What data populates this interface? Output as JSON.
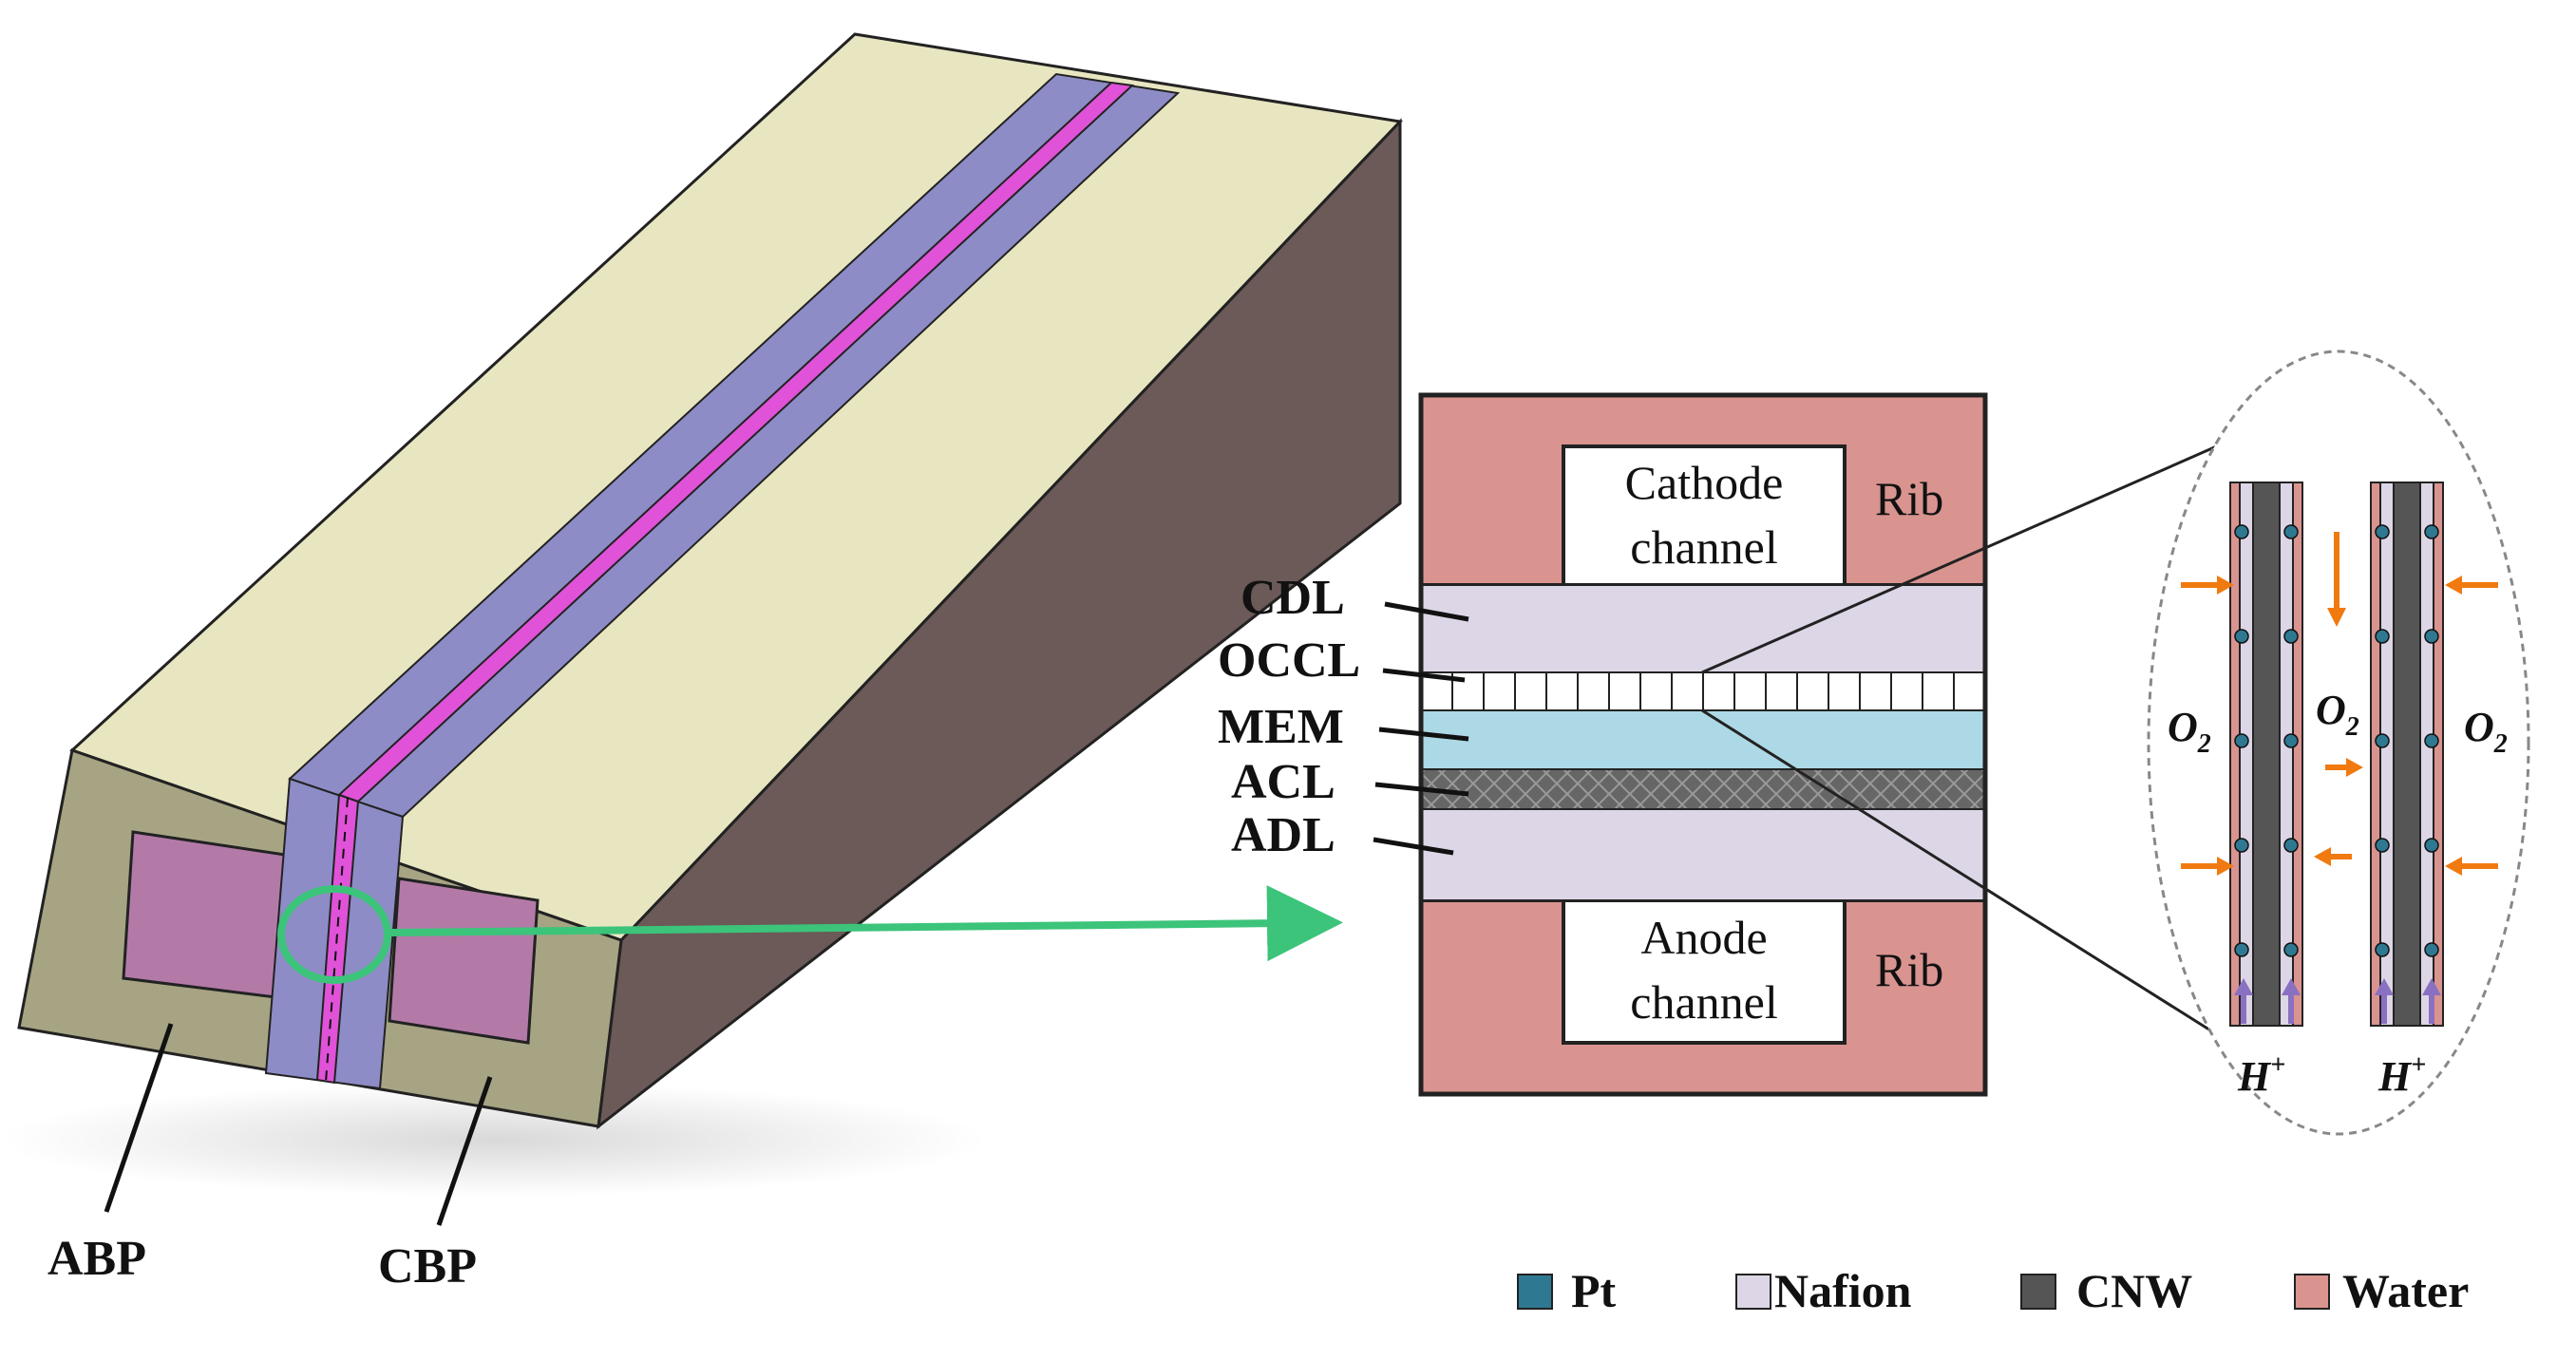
{
  "labels": {
    "abp": "ABP",
    "cbp": "CBP",
    "cathode_channel": [
      "Cathode",
      "channel"
    ],
    "anode_channel": [
      "Anode",
      "channel"
    ],
    "rib_top": "Rib",
    "rib_bottom": "Rib",
    "cdl": "CDL",
    "occl": "OCCL",
    "mem": "MEM",
    "acl": "ACL",
    "adl": "ADL"
  },
  "nanowire": {
    "o2_left": "O",
    "o2_mid": "O",
    "o2_right": "O",
    "o2_sub": "2",
    "h_left": "H",
    "h_right": "H",
    "h_sup": "+"
  },
  "legend": [
    {
      "label": "Pt",
      "color": "#2f7891"
    },
    {
      "label": "Nafion",
      "color": "#ddd6e6"
    },
    {
      "label": "CNW",
      "color": "#555555"
    },
    {
      "label": "Water",
      "color": "#d99490"
    }
  ],
  "colors": {
    "bipolar_top": "#e8e6c0",
    "bipolar_side": "#6b5a58",
    "bipolar_front": "#a7a484",
    "gdl_strip": "#8e8cc6",
    "membrane_strip": "#e052d8",
    "channel_pink": "#b37aa8",
    "rib": "#d99490",
    "diffusion_layer": "#ddd6e6",
    "membrane": "#add8e6",
    "anode_cl": "#666666",
    "arrow_green": "#3cc47a",
    "arrow_orange": "#f07a10",
    "arrow_purple": "#8a70c0"
  }
}
